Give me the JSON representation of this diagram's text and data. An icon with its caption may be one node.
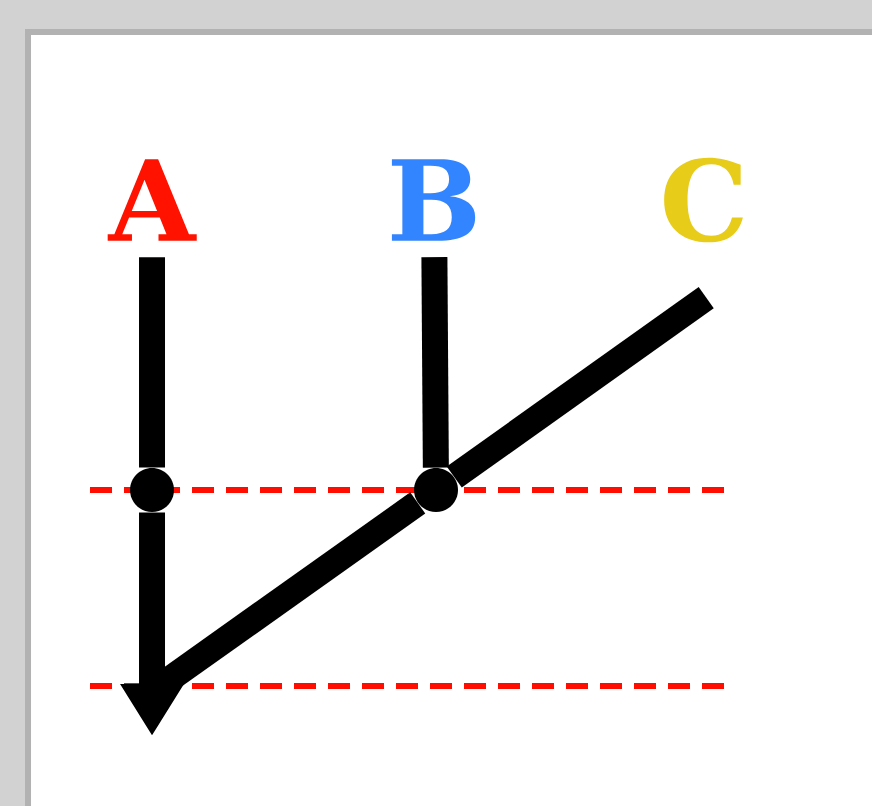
{
  "diagram": {
    "nodes": [
      {
        "text": [
          "A"
        ]
      },
      {
        "text": [
          "B"
        ]
      },
      {
        "text": [
          "C"
        ]
      },
      {
        "text": [],
        "shape": "circle"
      },
      {
        "text": [],
        "shape": "circle"
      }
    ],
    "edges": [
      {
        "from": 0,
        "to": 3,
        "arrow": "none"
      },
      {
        "from": 3,
        "to": null,
        "arrow": "to"
      },
      {
        "from": 1,
        "to": 4,
        "arrow": "none"
      },
      {
        "from": 2,
        "to": 4,
        "arrow": "none"
      },
      {
        "from": 4,
        "to": null,
        "arrow": "none"
      }
    ]
  }
}
